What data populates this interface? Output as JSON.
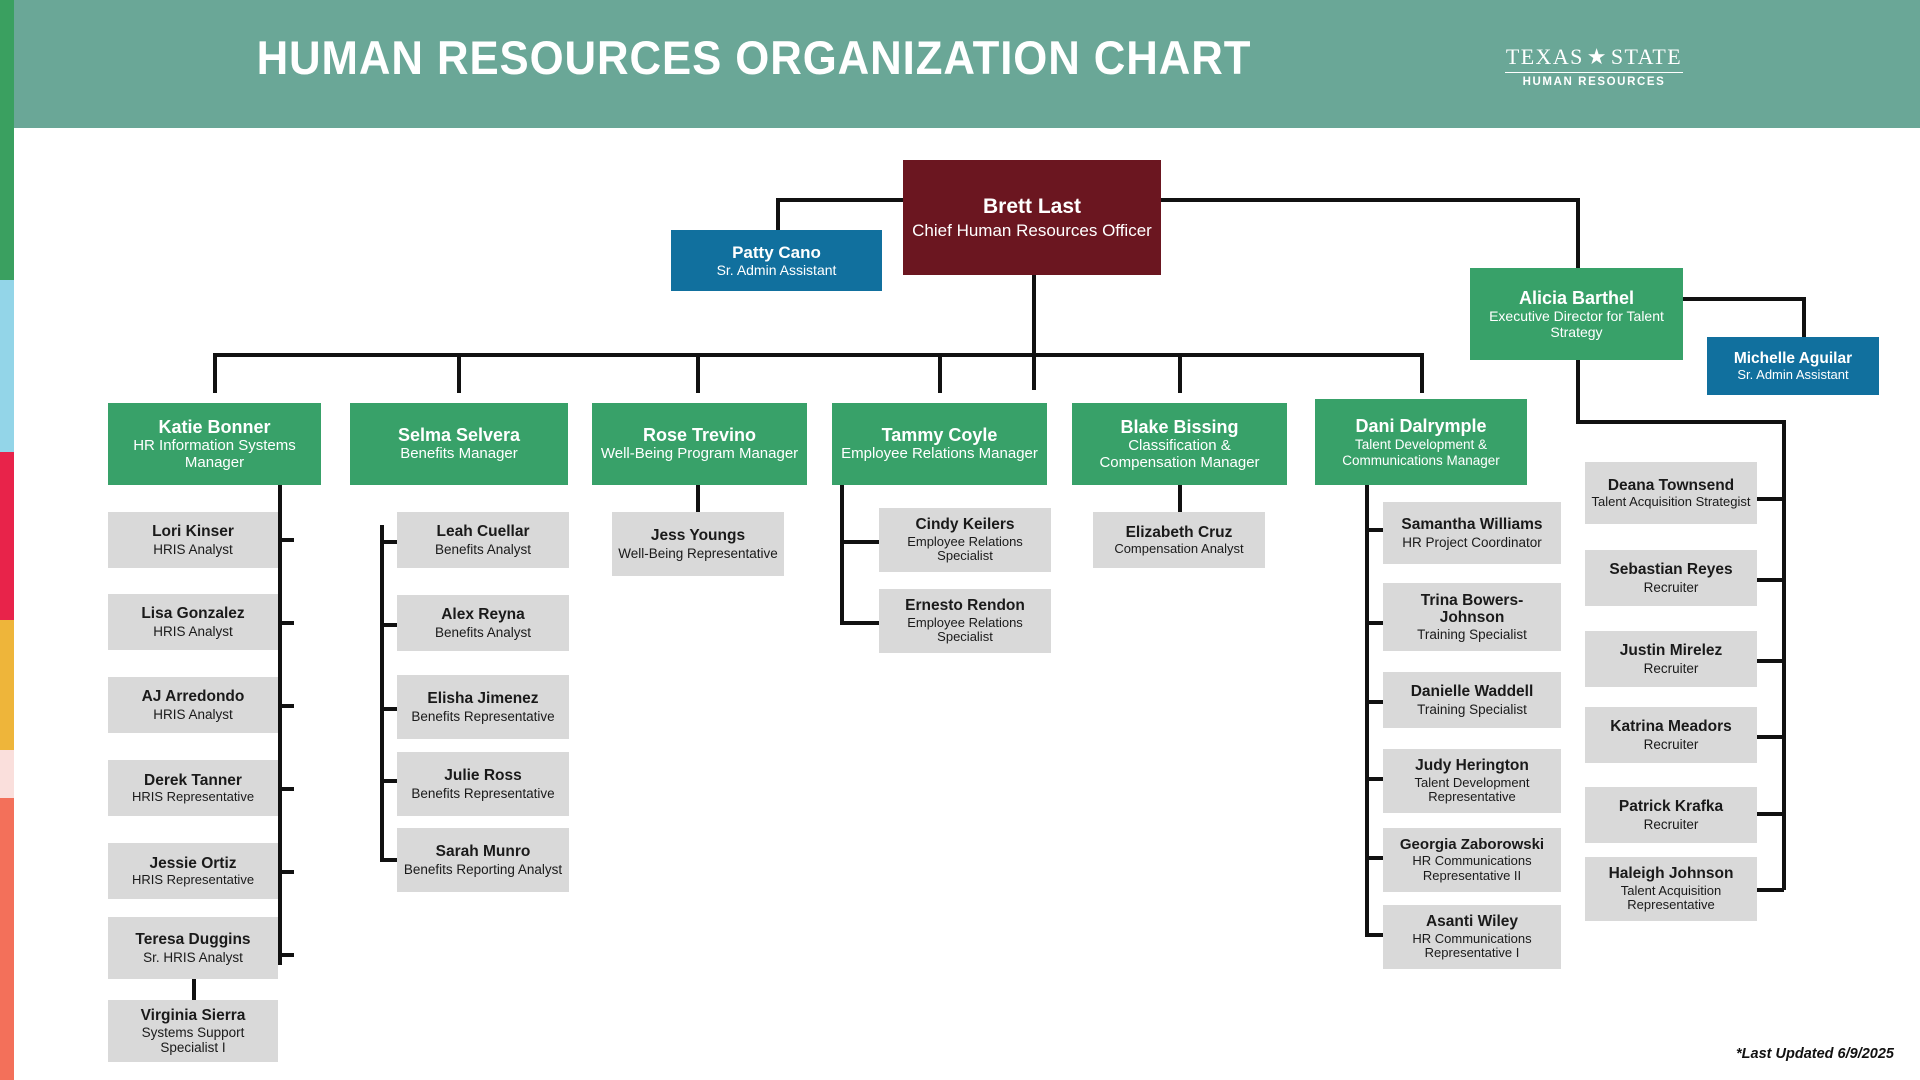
{
  "header": {
    "title": "HUMAN RESOURCES ORGANIZATION CHART",
    "logo_top_left": "TEXAS",
    "logo_star": "★",
    "logo_top_right": "STATE",
    "logo_sub": "HUMAN RESOURCES",
    "bg_color": "#6aa797"
  },
  "footer": {
    "note": "*Last Updated 6/9/2025"
  },
  "colors": {
    "executive": "#6b1620",
    "assistant": "#11709e",
    "manager": "#38a169",
    "staff": "#d9d9d9",
    "header": "#6aa797",
    "connector": "#111111",
    "stripe_green": "#3aa060",
    "stripe_blue": "#93d5e8",
    "stripe_red": "#e8234a",
    "stripe_gold": "#eeb53a",
    "stripe_pink": "#fadfdc",
    "stripe_coral": "#f3705a"
  },
  "nodes": {
    "cro": {
      "name": "Brett Last",
      "title": "Chief Human Resources Officer"
    },
    "cro_assistant": {
      "name": "Patty Cano",
      "title": "Sr. Admin Assistant"
    },
    "exec_director": {
      "name": "Alicia Barthel",
      "title": "Executive Director for Talent Strategy"
    },
    "ed_assistant": {
      "name": "Michelle Aguilar",
      "title": "Sr. Admin Assistant"
    },
    "mgr_hris": {
      "name": "Katie Bonner",
      "title": "HR Information Systems Manager"
    },
    "mgr_benefits": {
      "name": "Selma Selvera",
      "title": "Benefits Manager"
    },
    "mgr_wellbeing": {
      "name": "Rose Trevino",
      "title": "Well-Being Program Manager"
    },
    "mgr_er": {
      "name": "Tammy Coyle",
      "title": "Employee Relations Manager"
    },
    "mgr_comp": {
      "name": "Blake Bissing",
      "title": "Classification & Compensation Manager"
    },
    "mgr_talent": {
      "name": "Dani Dalrymple",
      "title": "Talent Development & Communications Manager"
    },
    "hris_1": {
      "name": "Lori Kinser",
      "title": "HRIS Analyst"
    },
    "hris_2": {
      "name": "Lisa Gonzalez",
      "title": "HRIS Analyst"
    },
    "hris_3": {
      "name": "AJ Arredondo",
      "title": "HRIS Analyst"
    },
    "hris_4": {
      "name": "Derek Tanner",
      "title": "HRIS Representative"
    },
    "hris_5": {
      "name": "Jessie Ortiz",
      "title": "HRIS Representative"
    },
    "hris_6": {
      "name": "Teresa Duggins",
      "title": "Sr. HRIS Analyst"
    },
    "hris_7": {
      "name": "Virginia Sierra",
      "title": "Systems Support Specialist I"
    },
    "ben_1": {
      "name": "Leah Cuellar",
      "title": "Benefits Analyst"
    },
    "ben_2": {
      "name": "Alex Reyna",
      "title": "Benefits Analyst"
    },
    "ben_3": {
      "name": "Elisha Jimenez",
      "title": "Benefits Representative"
    },
    "ben_4": {
      "name": "Julie Ross",
      "title": "Benefits Representative"
    },
    "ben_5": {
      "name": "Sarah Munro",
      "title": "Benefits Reporting Analyst"
    },
    "wb_1": {
      "name": "Jess Youngs",
      "title": "Well-Being Representative"
    },
    "er_1": {
      "name": "Cindy Keilers",
      "title": "Employee Relations Specialist"
    },
    "er_2": {
      "name": "Ernesto Rendon",
      "title": "Employee Relations Specialist"
    },
    "comp_1": {
      "name": "Elizabeth Cruz",
      "title": "Compensation Analyst"
    },
    "td_1": {
      "name": "Samantha Williams",
      "title": "HR Project Coordinator"
    },
    "td_2": {
      "name": "Trina Bowers-Johnson",
      "title": "Training Specialist"
    },
    "td_3": {
      "name": "Danielle Waddell",
      "title": "Training Specialist"
    },
    "td_4": {
      "name": "Judy Herington",
      "title": "Talent Development Representative"
    },
    "td_5": {
      "name": "Georgia Zaborowski",
      "title": "HR Communications Representative II"
    },
    "td_6": {
      "name": "Asanti Wiley",
      "title": "HR Communications Representative I"
    },
    "ta_1": {
      "name": "Deana Townsend",
      "title": "Talent Acquisition Strategist"
    },
    "ta_2": {
      "name": "Sebastian Reyes",
      "title": "Recruiter"
    },
    "ta_3": {
      "name": "Justin Mirelez",
      "title": "Recruiter"
    },
    "ta_4": {
      "name": "Katrina Meadors",
      "title": "Recruiter"
    },
    "ta_5": {
      "name": "Patrick Krafka",
      "title": "Recruiter"
    },
    "ta_6": {
      "name": "Haleigh Johnson",
      "title": "Talent Acquisition Representative"
    }
  }
}
